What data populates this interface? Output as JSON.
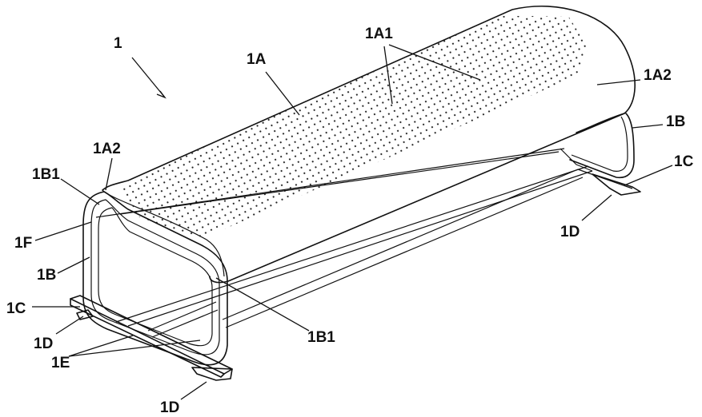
{
  "labels": {
    "main_ref": "1",
    "top_panel": "1A",
    "perforations": "1A1",
    "panel_end_right": "1A2",
    "panel_end_left": "1A2",
    "frame_right": "1B",
    "frame_left": "1B",
    "frame_edge_left": "1B1",
    "frame_edge_bottom": "1B1",
    "foot_right": "1C",
    "foot_left": "1C",
    "pad_right": "1D",
    "pad_left_top": "1D",
    "pad_left_bottom": "1D",
    "crossbars": "1E",
    "inner_frame": "1F"
  }
}
